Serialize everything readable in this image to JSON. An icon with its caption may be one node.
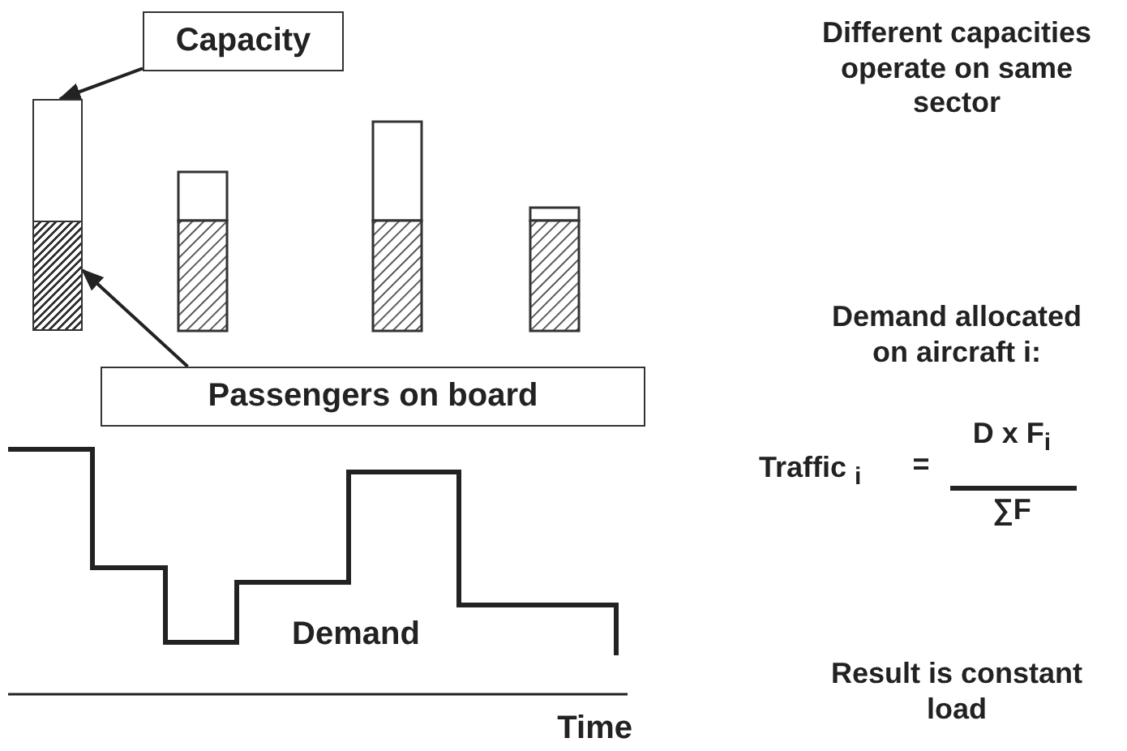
{
  "diagram": {
    "nodes": [
      {
        "text": [
          "Capacity"
        ]
      },
      {
        "text": [
          "Passengers on board"
        ]
      },
      {
        "text": [],
        "shape": "bar"
      },
      {
        "text": [],
        "shape": "bar"
      }
    ],
    "edges": [
      {
        "from": 0,
        "to": 2,
        "arrow": "to"
      },
      {
        "from": 1,
        "to": 3,
        "arrow": "to"
      }
    ],
    "labels": [
      "Different capacities operate on same sector",
      "Demand allocated on aircraft i:",
      "Traffic $_{i}$",
      "=",
      "D x F$_{i}$",
      "∑F",
      "Demand",
      "Time",
      "Result is constant load"
    ]
  }
}
